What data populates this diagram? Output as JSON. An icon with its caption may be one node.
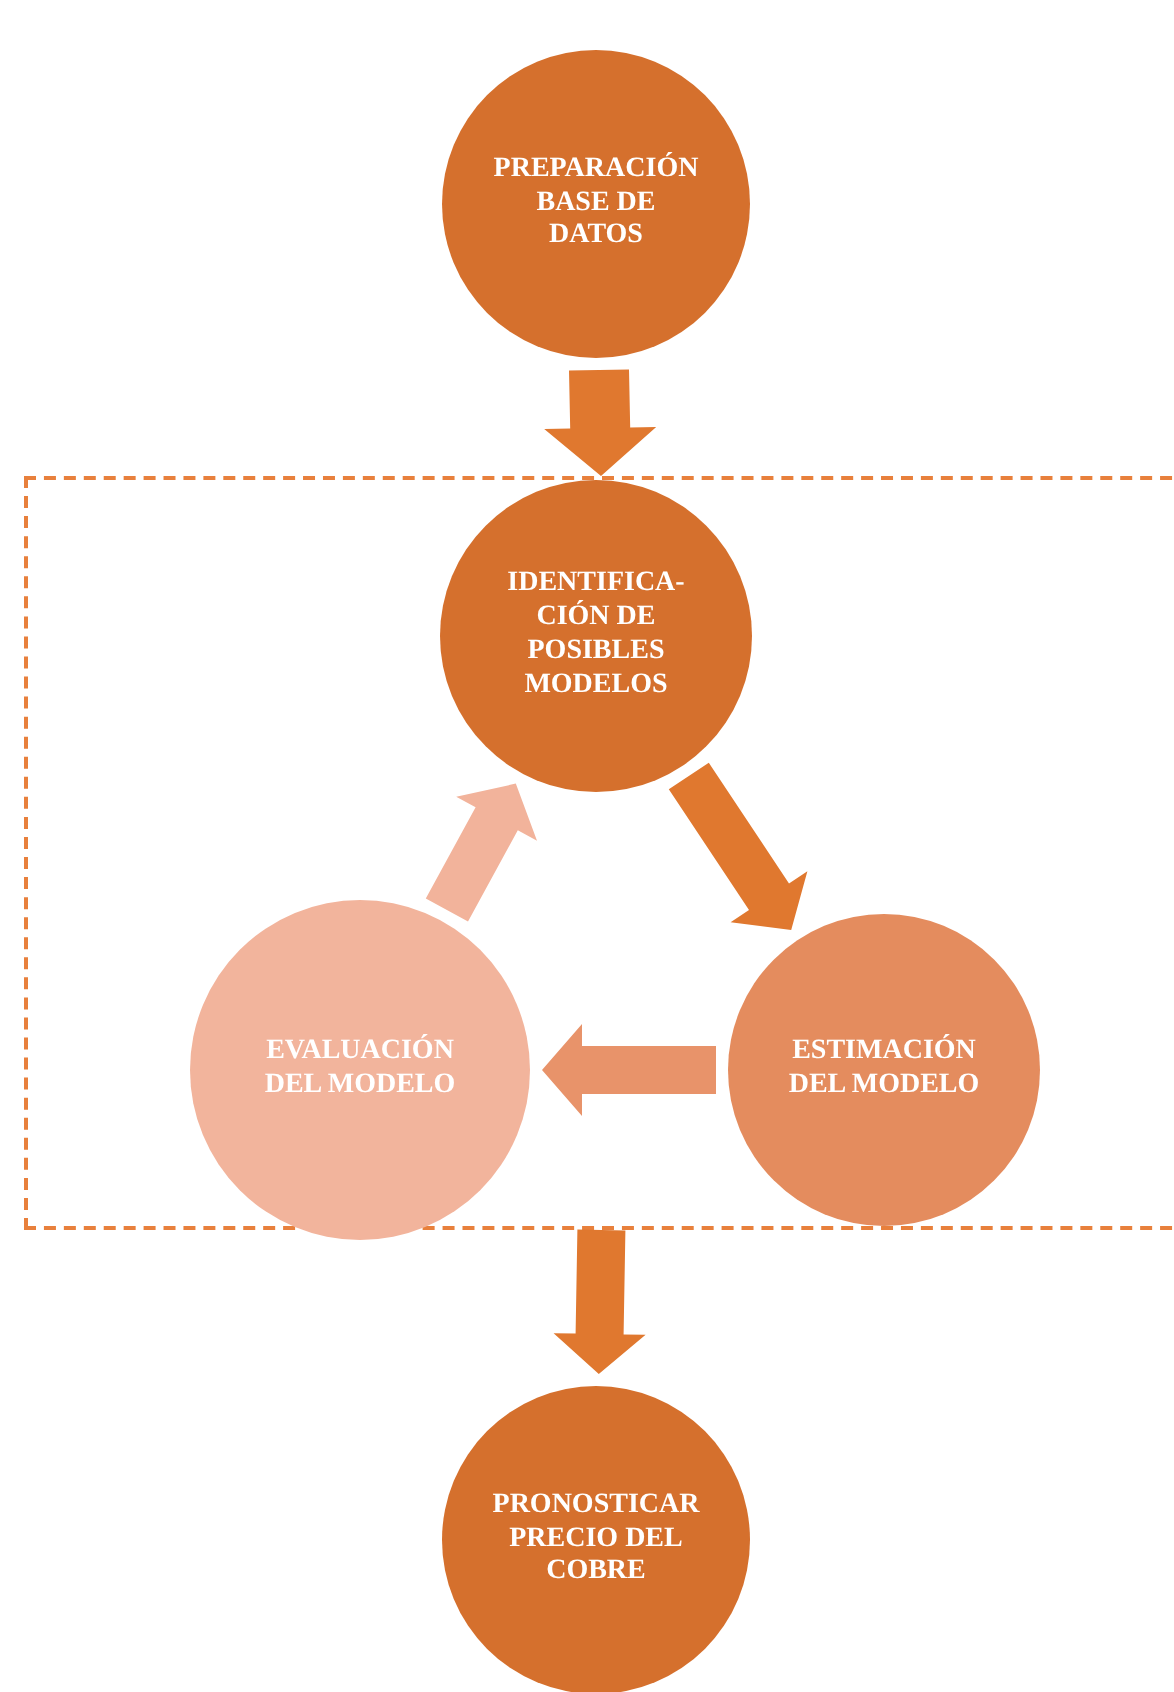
{
  "diagram": {
    "nodes": [
      {
        "text": [
          "PREPARACIÓN BASE DE DATOS"
        ]
      },
      {
        "text": [],
        "shape": "box"
      },
      {
        "text": [
          "IDENTIFICA-CIÓN DE POSIBLES MODELOS"
        ],
        "in": 1
      },
      {
        "text": [
          "ESTIMACIÓN DEL MODELO"
        ],
        "in": 1
      },
      {
        "text": [
          "EVALUACIÓN DEL MODELO"
        ],
        "in": 1
      },
      {
        "text": [
          "PRONOSTICAR PRECIO DEL COBRE"
        ]
      }
    ],
    "edges": [
      {
        "from": 0,
        "to": 1,
        "arrow": "to"
      },
      {
        "from": 2,
        "to": 3,
        "arrow": "to"
      },
      {
        "from": 3,
        "to": 4,
        "arrow": "to",
        "color": "#e8936a"
      },
      {
        "from": 4,
        "to": 2,
        "arrow": "to",
        "color": "#f2b39b"
      },
      {
        "from": 1,
        "to": 5,
        "arrow": "to"
      }
    ]
  }
}
